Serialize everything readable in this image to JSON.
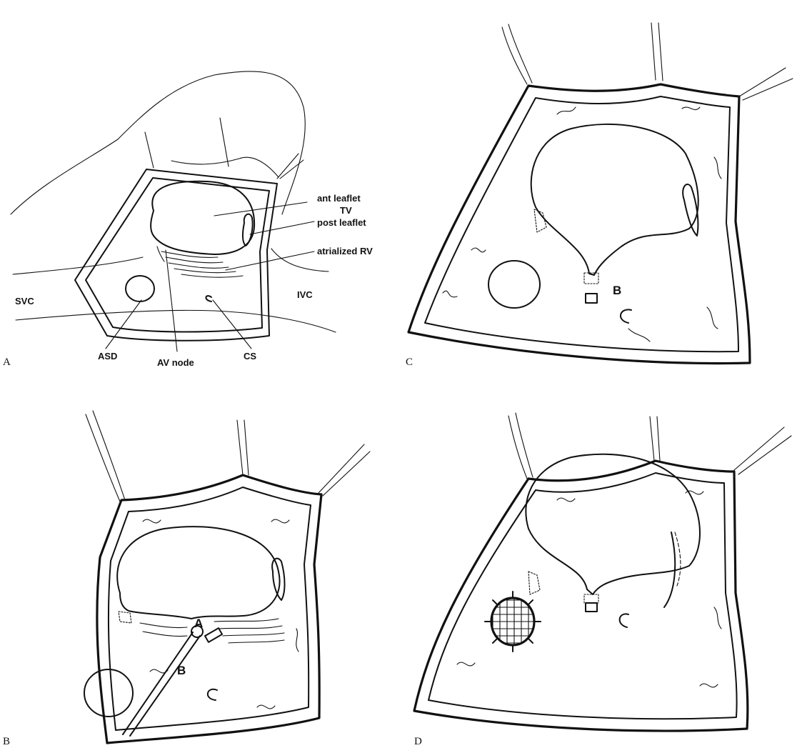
{
  "panels": {
    "a": {
      "letter": "A"
    },
    "b": {
      "letter": "B"
    },
    "c": {
      "letter": "C"
    },
    "d": {
      "letter": "D"
    }
  },
  "labels": {
    "ant_leaflet_line1": "ant leaflet",
    "ant_leaflet_line2": "TV",
    "post_leaflet": "post leaflet",
    "atrialized_rv": "atrialized RV",
    "svc": "SVC",
    "ivc": "IVC",
    "asd": "ASD",
    "av_node": "AV node",
    "cs": "CS"
  },
  "markers": {
    "b_point_a": "A",
    "b_point_b": "B",
    "c_point_b": "B"
  }
}
